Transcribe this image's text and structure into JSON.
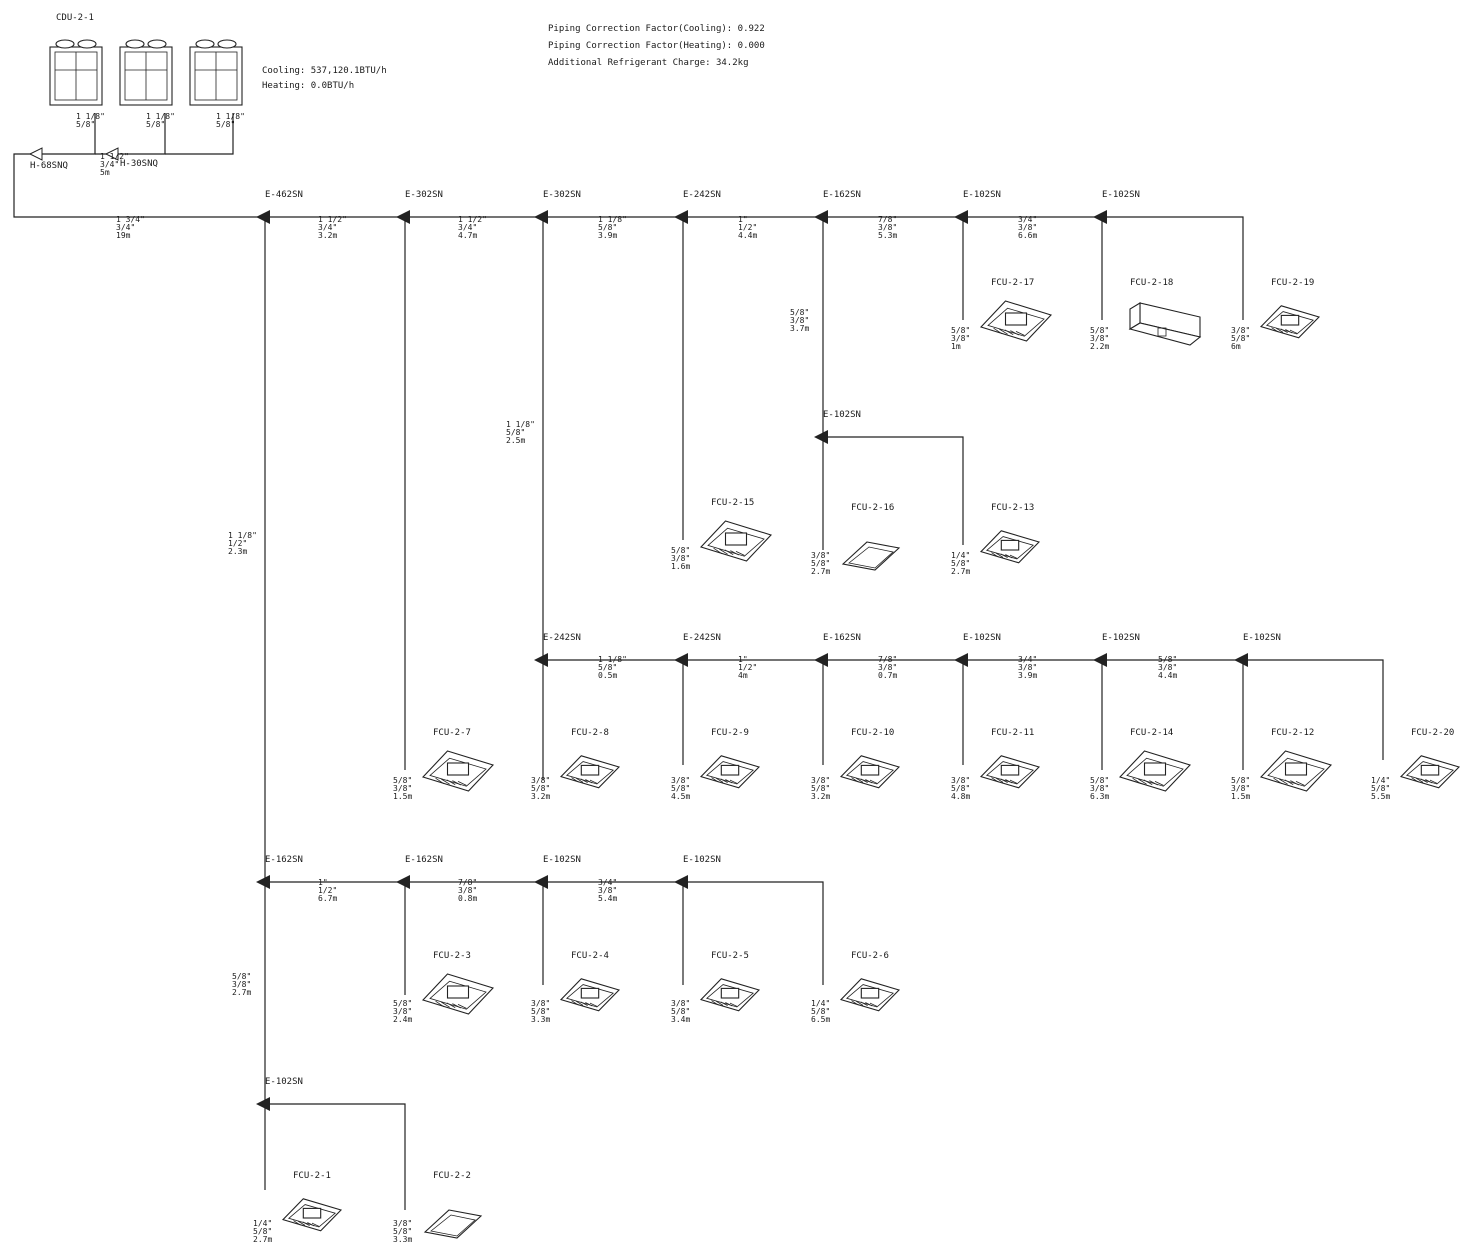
{
  "info": {
    "line1": "Piping Correction Factor(Cooling): 0.922",
    "line2": "Piping Correction Factor(Heating): 0.000",
    "line3": "Additional Refrigerant Charge: 34.2kg"
  },
  "outdoor": {
    "name": "CDU-2-1",
    "cooling": "Cooling: 537,120.1BTU/h",
    "heating": "Heating: 0.0BTU/h",
    "units": [
      {
        "pipe1": "1 1/8\"",
        "pipe2": "5/8\""
      },
      {
        "pipe1": "1 1/8\"",
        "pipe2": "5/8\""
      },
      {
        "pipe1": "1 1/8\"",
        "pipe2": "5/8\""
      }
    ],
    "header1": "H-68SNQ",
    "header2": "H-30SNQ",
    "header_pipe": [
      "1 1/2\"",
      "3/4\"",
      "5m"
    ]
  },
  "joints": [
    {
      "label": "E-462SN"
    },
    {
      "label": "E-302SN"
    },
    {
      "label": "E-302SN"
    },
    {
      "label": "E-242SN"
    },
    {
      "label": "E-162SN"
    },
    {
      "label": "E-102SN"
    },
    {
      "label": "E-102SN"
    },
    {
      "label": "E-102SN"
    },
    {
      "label": "E-242SN"
    },
    {
      "label": "E-242SN"
    },
    {
      "label": "E-162SN"
    },
    {
      "label": "E-102SN"
    },
    {
      "label": "E-102SN"
    },
    {
      "label": "E-102SN"
    },
    {
      "label": "E-162SN"
    },
    {
      "label": "E-162SN"
    },
    {
      "label": "E-102SN"
    },
    {
      "label": "E-102SN"
    },
    {
      "label": "E-102SN"
    }
  ],
  "segments": [
    {
      "lines": [
        "1 3/4\"",
        "3/4\"",
        "19m"
      ]
    },
    {
      "lines": [
        "1 1/2\"",
        "3/4\"",
        "3.2m"
      ]
    },
    {
      "lines": [
        "1 1/2\"",
        "3/4\"",
        "4.7m"
      ]
    },
    {
      "lines": [
        "1 1/8\"",
        "5/8\"",
        "3.9m"
      ]
    },
    {
      "lines": [
        "1\"",
        "1/2\"",
        "4.4m"
      ]
    },
    {
      "lines": [
        "7/8\"",
        "3/8\"",
        "5.3m"
      ]
    },
    {
      "lines": [
        "3/4\"",
        "3/8\"",
        "6.6m"
      ]
    },
    {
      "lines": [
        "5/8\"",
        "3/8\"",
        "3.7m"
      ]
    },
    {
      "lines": [
        "1 1/8\"",
        "5/8\"",
        "2.5m"
      ]
    },
    {
      "lines": [
        "1 1/8\"",
        "1/2\"",
        "2.3m"
      ]
    },
    {
      "lines": [
        "1 1/8\"",
        "5/8\"",
        "0.5m"
      ]
    },
    {
      "lines": [
        "1\"",
        "1/2\"",
        "4m"
      ]
    },
    {
      "lines": [
        "7/8\"",
        "3/8\"",
        "0.7m"
      ]
    },
    {
      "lines": [
        "3/4\"",
        "3/8\"",
        "3.9m"
      ]
    },
    {
      "lines": [
        "5/8\"",
        "3/8\"",
        "4.4m"
      ]
    },
    {
      "lines": [
        "1\"",
        "1/2\"",
        "6.7m"
      ]
    },
    {
      "lines": [
        "7/8\"",
        "3/8\"",
        "0.8m"
      ]
    },
    {
      "lines": [
        "3/4\"",
        "3/8\"",
        "5.4m"
      ]
    },
    {
      "lines": [
        "5/8\"",
        "3/8\"",
        "2.7m"
      ]
    }
  ],
  "fcus": [
    {
      "name": "FCU-2-17",
      "style": "cassette-lg",
      "pipe": [
        "5/8\"",
        "3/8\"",
        "1m"
      ]
    },
    {
      "name": "FCU-2-18",
      "style": "ducted",
      "pipe": [
        "5/8\"",
        "3/8\"",
        "2.2m"
      ]
    },
    {
      "name": "FCU-2-19",
      "style": "cassette-sm",
      "pipe": [
        "3/8\"",
        "5/8\"",
        "6m"
      ]
    },
    {
      "name": "FCU-2-15",
      "style": "cassette-lg",
      "pipe": [
        "5/8\"",
        "3/8\"",
        "1.6m"
      ]
    },
    {
      "name": "FCU-2-16",
      "style": "slim",
      "pipe": [
        "3/8\"",
        "5/8\"",
        "2.7m"
      ]
    },
    {
      "name": "FCU-2-13",
      "style": "cassette-sm",
      "pipe": [
        "1/4\"",
        "5/8\"",
        "2.7m"
      ]
    },
    {
      "name": "FCU-2-7",
      "style": "cassette-lg",
      "pipe": [
        "5/8\"",
        "3/8\"",
        "1.5m"
      ]
    },
    {
      "name": "FCU-2-8",
      "style": "cassette-sm",
      "pipe": [
        "3/8\"",
        "5/8\"",
        "3.2m"
      ]
    },
    {
      "name": "FCU-2-9",
      "style": "cassette-sm",
      "pipe": [
        "3/8\"",
        "5/8\"",
        "4.5m"
      ]
    },
    {
      "name": "FCU-2-10",
      "style": "cassette-sm",
      "pipe": [
        "3/8\"",
        "5/8\"",
        "3.2m"
      ]
    },
    {
      "name": "FCU-2-11",
      "style": "cassette-sm",
      "pipe": [
        "3/8\"",
        "5/8\"",
        "4.8m"
      ]
    },
    {
      "name": "FCU-2-14",
      "style": "cassette-lg",
      "pipe": [
        "5/8\"",
        "3/8\"",
        "6.3m"
      ]
    },
    {
      "name": "FCU-2-12",
      "style": "cassette-lg",
      "pipe": [
        "5/8\"",
        "3/8\"",
        "1.5m"
      ]
    },
    {
      "name": "FCU-2-20",
      "style": "cassette-sm",
      "pipe": [
        "1/4\"",
        "5/8\"",
        "5.5m"
      ]
    },
    {
      "name": "FCU-2-3",
      "style": "cassette-lg",
      "pipe": [
        "5/8\"",
        "3/8\"",
        "2.4m"
      ]
    },
    {
      "name": "FCU-2-4",
      "style": "cassette-sm",
      "pipe": [
        "3/8\"",
        "5/8\"",
        "3.3m"
      ]
    },
    {
      "name": "FCU-2-5",
      "style": "cassette-sm",
      "pipe": [
        "3/8\"",
        "5/8\"",
        "3.4m"
      ]
    },
    {
      "name": "FCU-2-6",
      "style": "cassette-sm",
      "pipe": [
        "1/4\"",
        "5/8\"",
        "6.5m"
      ]
    },
    {
      "name": "FCU-2-1",
      "style": "cassette-sm",
      "pipe": [
        "1/4\"",
        "5/8\"",
        "2.7m"
      ]
    },
    {
      "name": "FCU-2-2",
      "style": "slim",
      "pipe": [
        "3/8\"",
        "5/8\"",
        "3.3m"
      ]
    }
  ]
}
